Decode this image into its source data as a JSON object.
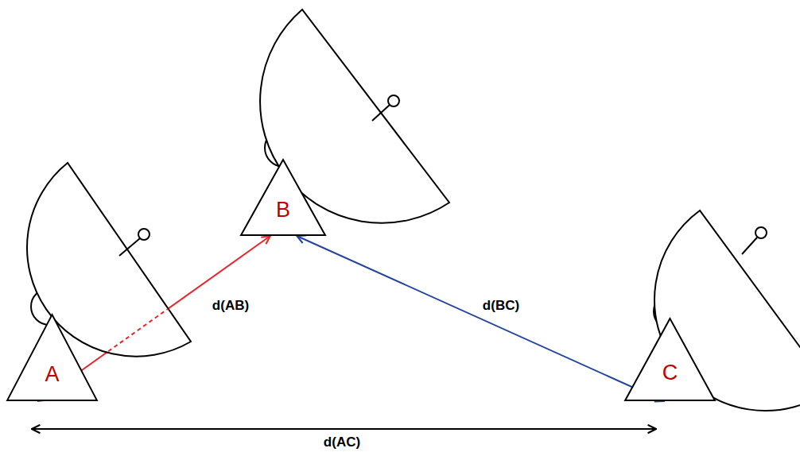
{
  "diagram": {
    "nodes": [
      {
        "text": [
          "A"
        ]
      },
      {
        "text": [
          "B"
        ]
      },
      {
        "text": [
          "C"
        ]
      }
    ],
    "edges": [
      {
        "from": 0,
        "to": 1,
        "arrow": "both",
        "label": "d(AB)"
      },
      {
        "from": 1,
        "to": 2,
        "arrow": "both",
        "label": "d(BC)"
      },
      {
        "from": 0,
        "to": 2,
        "arrow": "both",
        "label": "d(AC)"
      }
    ]
  }
}
